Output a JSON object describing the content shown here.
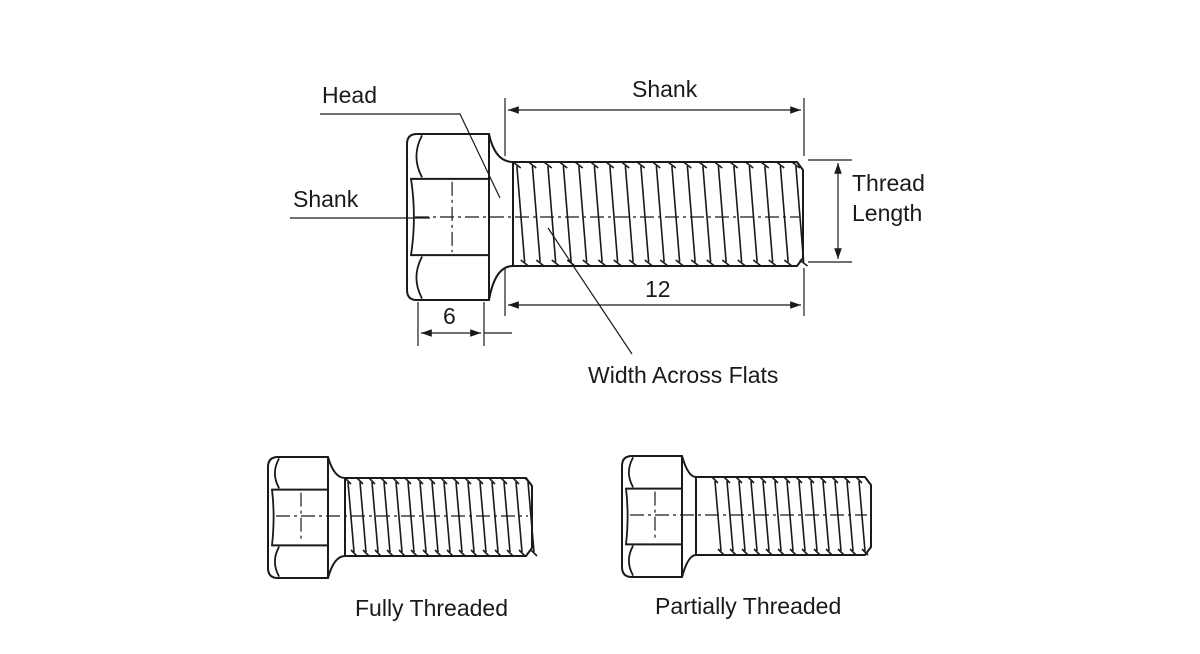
{
  "labels": {
    "head": "Head",
    "shank_top": "Shank",
    "shank_left": "Shank",
    "thread_length_line1": "Thread",
    "thread_length_line2": "Length",
    "dim_head": "6",
    "dim_length": "12",
    "width_across_flats": "Width Across Flats",
    "fully_threaded": "Fully Threaded",
    "partially_threaded": "Partially Threaded"
  },
  "colors": {
    "ink": "#1a1a1a",
    "background": "#ffffff"
  }
}
